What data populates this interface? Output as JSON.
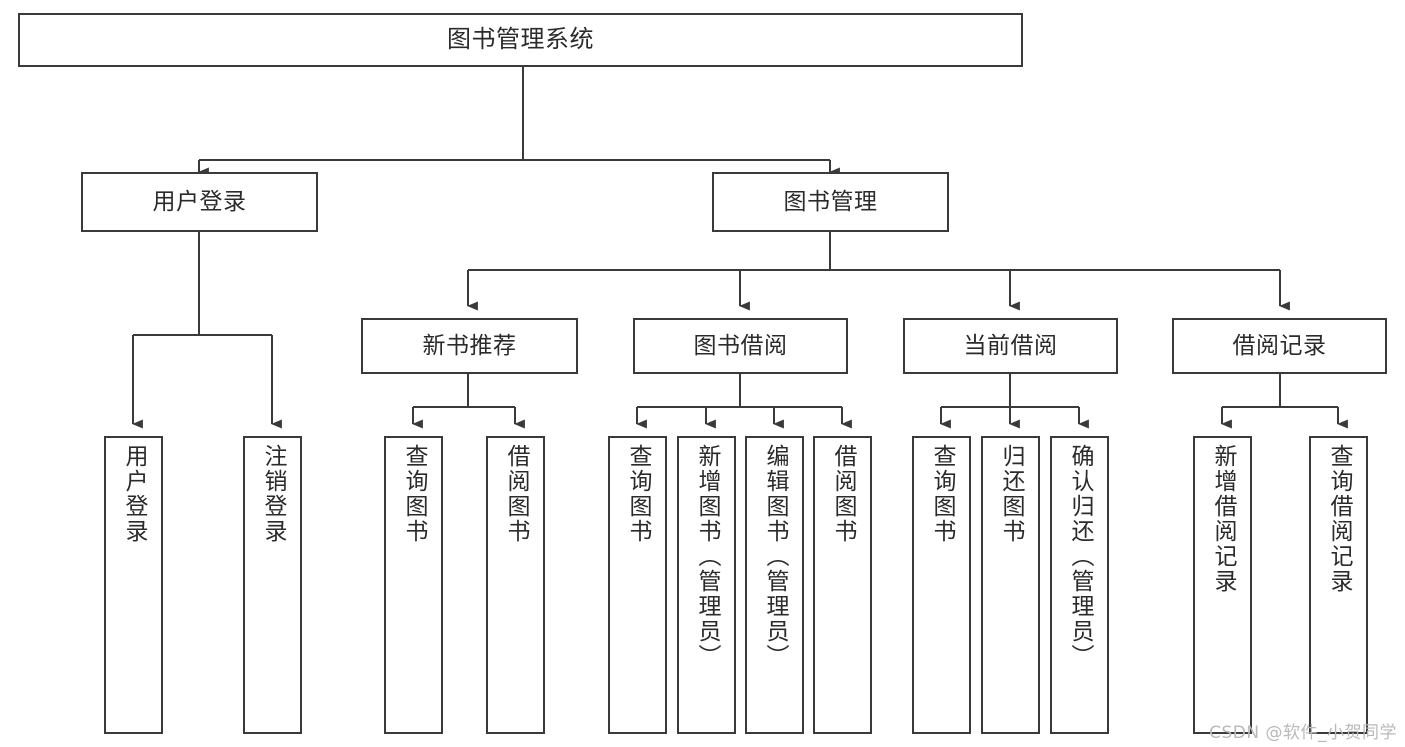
{
  "diagram": {
    "type": "tree-hierarchy-chart",
    "title": "图书管理系统",
    "stroke_color": "#3a3a3a",
    "text_color": "#2b2b2b",
    "background_color": "#ffffff",
    "nodes": {
      "root": {
        "label": "图书管理系统",
        "level": 1,
        "orientation": "horizontal"
      },
      "l2": [
        {
          "label": "用户登录",
          "level": 2,
          "orientation": "horizontal"
        },
        {
          "label": "图书管理",
          "level": 2,
          "orientation": "horizontal"
        }
      ],
      "l3": [
        {
          "label": "新书推荐",
          "level": 3,
          "orientation": "horizontal"
        },
        {
          "label": "图书借阅",
          "level": 3,
          "orientation": "horizontal"
        },
        {
          "label": "当前借阅",
          "level": 3,
          "orientation": "horizontal"
        },
        {
          "label": "借阅记录",
          "level": 3,
          "orientation": "horizontal"
        }
      ],
      "leaves": [
        {
          "label": "用户登录",
          "parent": "用户登录",
          "orientation": "vertical"
        },
        {
          "label": "注销登录",
          "parent": "用户登录",
          "orientation": "vertical"
        },
        {
          "label": "查询图书",
          "parent": "新书推荐",
          "orientation": "vertical"
        },
        {
          "label": "借阅图书",
          "parent": "新书推荐",
          "orientation": "vertical"
        },
        {
          "label": "查询图书",
          "parent": "图书借阅",
          "orientation": "vertical"
        },
        {
          "label": "新增图书（管理员）",
          "parent": "图书借阅",
          "orientation": "vertical"
        },
        {
          "label": "编辑图书（管理员）",
          "parent": "图书借阅",
          "orientation": "vertical"
        },
        {
          "label": "借阅图书",
          "parent": "图书借阅",
          "orientation": "vertical"
        },
        {
          "label": "查询图书",
          "parent": "当前借阅",
          "orientation": "vertical"
        },
        {
          "label": "归还图书",
          "parent": "当前借阅",
          "orientation": "vertical"
        },
        {
          "label": "确认归还（管理员）",
          "parent": "当前借阅",
          "orientation": "vertical"
        },
        {
          "label": "新增借阅记录",
          "parent": "借阅记录",
          "orientation": "vertical"
        },
        {
          "label": "查询借阅记录",
          "parent": "借阅记录",
          "orientation": "vertical"
        }
      ]
    }
  },
  "watermark": {
    "text": "CSDN @软件_小贺同学"
  }
}
